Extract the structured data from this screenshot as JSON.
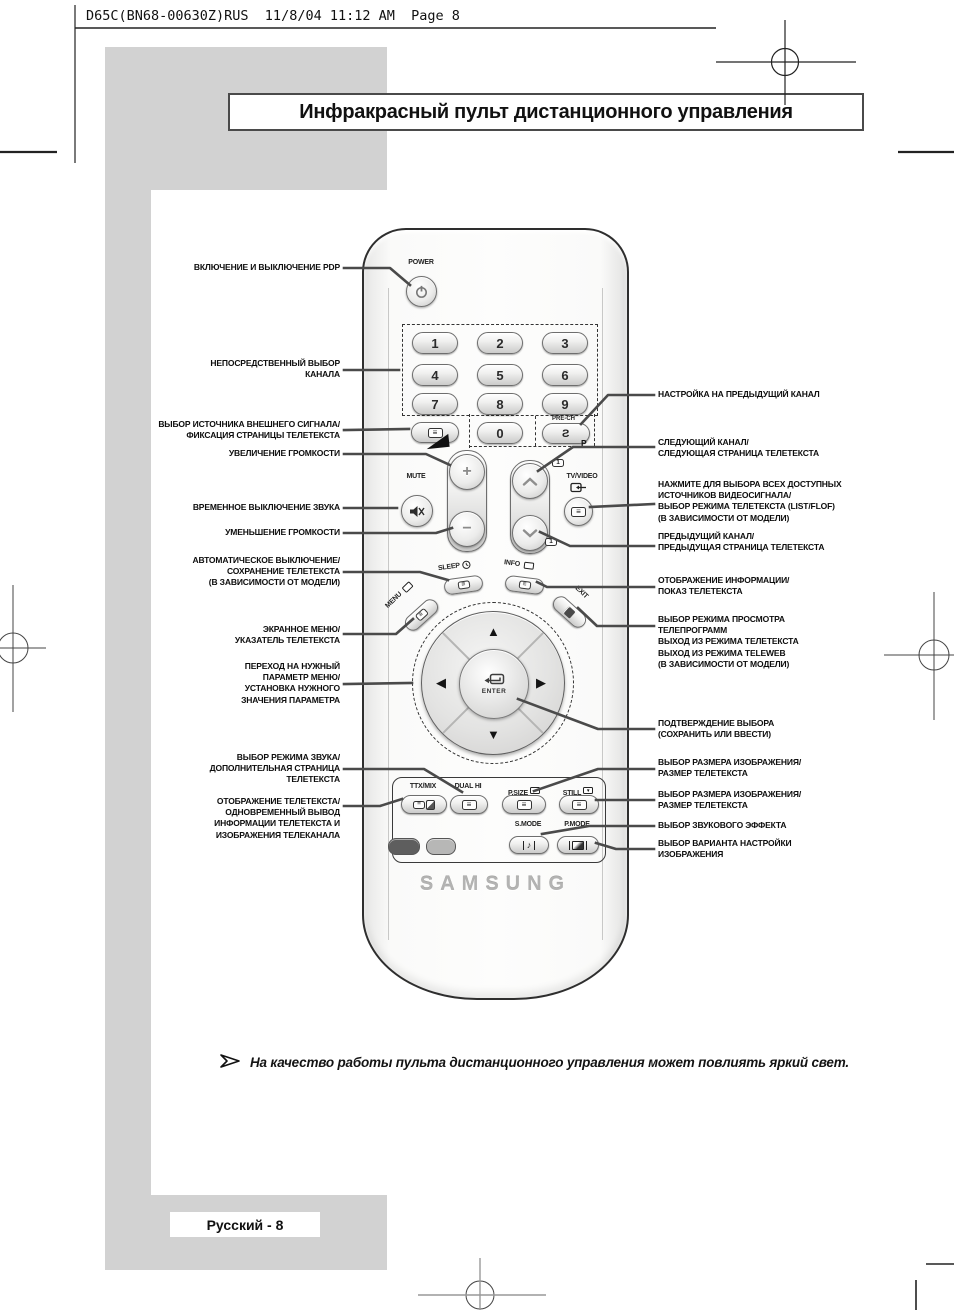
{
  "header": {
    "text": "D65C(BN68-00630Z)RUS  11/8/04 11:12 AM  Page 8"
  },
  "title": {
    "text": "Инфракрасный пульт дистанционного управления"
  },
  "callouts": {
    "left": [
      "ВКЛЮЧЕНИЕ И ВЫКЛЮЧЕНИЕ PDP",
      "НЕПОСРЕДСТВЕННЫЙ ВЫБОР\nКАНАЛА",
      "ВЫБОР ИСТОЧНИКА ВНЕШНЕГО СИГНАЛА/\nФИКСАЦИЯ СТРАНИЦЫ ТЕЛЕТЕКСТА",
      "УВЕЛИЧЕНИЕ ГРОМКОСТИ",
      "ВРЕМЕННОЕ ВЫКЛЮЧЕНИЕ ЗВУКА",
      "УМЕНЬШЕНИЕ ГРОМКОСТИ",
      "АВТОМАТИЧЕСКОЕ ВЫКЛЮЧЕНИЕ/\nСОХРАНЕНИЕ ТЕЛЕТЕКСТА\n(В ЗАВИСИМОСТИ ОТ МОДЕЛИ)",
      "ЭКРАННОЕ МЕНЮ/\nУКАЗАТЕЛЬ ТЕЛЕТЕКСТА",
      "ПЕРЕХОД НА НУЖНЫЙ\nПАРАМЕТР МЕНЮ/\nУСТАНОВКА НУЖНОГО\nЗНАЧЕНИЯ ПАРАМЕТРА",
      "ВЫБОР РЕЖИМА ЗВУКА/\nДОПОЛНИТЕЛЬНАЯ СТРАНИЦА\nТЕЛЕТЕКСТА",
      "ОТОБРАЖЕНИЕ ТЕЛЕТЕКСТА/\nОДНОВРЕМЕННЫЙ ВЫВОД\nИНФОРМАЦИИ ТЕЛЕТЕКСТА И\nИЗОБРАЖЕНИЯ ТЕЛЕКАНАЛА"
    ],
    "right": [
      "НАСТРОЙКА НА ПРЕДЫДУЩИЙ КАНАЛ",
      "СЛЕДУЮЩИЙ КАНАЛ/\nСЛЕДУЮЩАЯ СТРАНИЦА ТЕЛЕТЕКСТА",
      "НАЖМИТЕ ДЛЯ ВЫБОРА ВСЕХ ДОСТУПНЫХ\nИСТОЧНИКОВ ВИДЕОСИГНАЛА/\nВЫБОР РЕЖИМА ТЕЛЕТЕКСТА (LIST/FLOF)\n(В ЗАВИСИМОСТИ ОТ МОДЕЛИ)",
      "ПРЕДЫДУЩИЙ КАНАЛ/\nПРЕДЫДУЩАЯ СТРАНИЦА ТЕЛЕТЕКСТА",
      "ОТОБРАЖЕНИЕ ИНФОРМАЦИИ/\nПОКАЗ ТЕЛЕТЕКСТА",
      "ВЫБОР РЕЖИМА ПРОСМОТРА\nТЕЛЕПРОГРАММ\nВЫХОД ИЗ РЕЖИМА ТЕЛЕТЕКСТА\nВЫХОД ИЗ РЕЖИМА TELEWEB\n(В ЗАВИСИМОСТИ ОТ МОДЕЛИ)",
      "ПОДТВЕРЖДЕНИЕ ВЫБОРА\n(СОХРАНИТЬ ИЛИ ВВЕСТИ)",
      "ВЫБОР РАЗМЕРА ИЗОБРАЖЕНИЯ/\nРАЗМЕР ТЕЛЕТЕКСТА",
      "ВЫБОР РАЗМЕРА ИЗОБРАЖЕНИЯ/\nРАЗМЕР ТЕЛЕТЕКСТА",
      "ВЫБОР ЗВУКОВОГО ЭФФЕКТА",
      "ВЫБОР ВАРИАНТА НАСТРОЙКИ\nИЗОБРАЖЕНИЯ"
    ]
  },
  "remote": {
    "power": "POWER",
    "digits": [
      "1",
      "2",
      "3",
      "4",
      "5",
      "6",
      "7",
      "8",
      "9",
      "0"
    ],
    "pre_ch": "PRE-CH",
    "p": "P",
    "mute": "MUTE",
    "tv_video": "TV/VIDEO",
    "sleep": "SLEEP",
    "info": "INFO",
    "menu": "MENU",
    "exit": "EXIT",
    "enter": "ENTER",
    "ttx_mix": "TTX/MIX",
    "dual": "DUAL HI",
    "p_size": "P.SIZE",
    "still": "STILL",
    "s_mode": "S.MODE",
    "p_mode": "P.MODE",
    "brand": "SAMSUNG"
  },
  "icons": {
    "teletext": "≡",
    "page_one": "1",
    "plus": "+",
    "minus": "−",
    "up": "▲",
    "down": "▼",
    "left": "◀",
    "right": "▶",
    "music": "♪",
    "pre_ch_glyph": "S"
  },
  "note": {
    "text": "На качество работы пульта дистанционного управления может повлиять яркий свет."
  },
  "footer": {
    "text": "Русский - 8"
  }
}
